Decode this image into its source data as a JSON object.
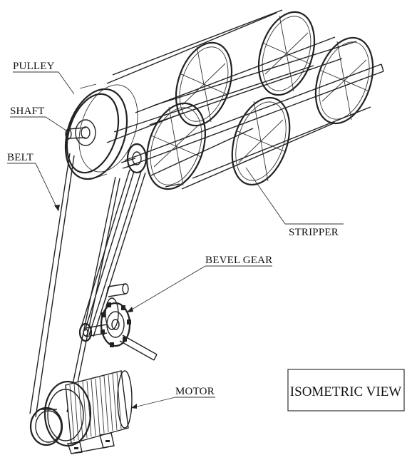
{
  "labels": {
    "pulley": "PULLEY",
    "shaft": "SHAFT",
    "belt": "BELT",
    "stripper": "STRIPPER",
    "bevel_gear": "BEVEL GEAR",
    "motor": "MOTOR"
  },
  "view_title": "ISOMETRIC VIEW"
}
